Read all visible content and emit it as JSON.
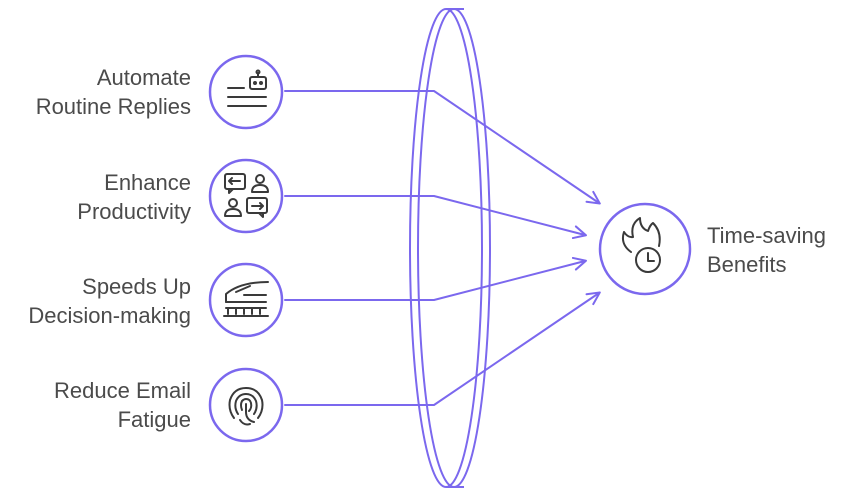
{
  "colors": {
    "stroke": "#7b68ee",
    "text": "#4b4b4b",
    "background": "#ffffff"
  },
  "inputs": [
    {
      "line1": "Automate",
      "line2": "Routine Replies",
      "icon": "chatbot-text-icon"
    },
    {
      "line1": "Enhance",
      "line2": "Productivity",
      "icon": "people-exchange-icon"
    },
    {
      "line1": "Speeds Up",
      "line2": "Decision-making",
      "icon": "high-speed-train-icon"
    },
    {
      "line1": "Reduce Email",
      "line2": "Fatigue",
      "icon": "fingerprint-icon"
    }
  ],
  "output": {
    "line1": "Time-saving",
    "line2": "Benefits",
    "icon": "fire-clock-icon"
  }
}
